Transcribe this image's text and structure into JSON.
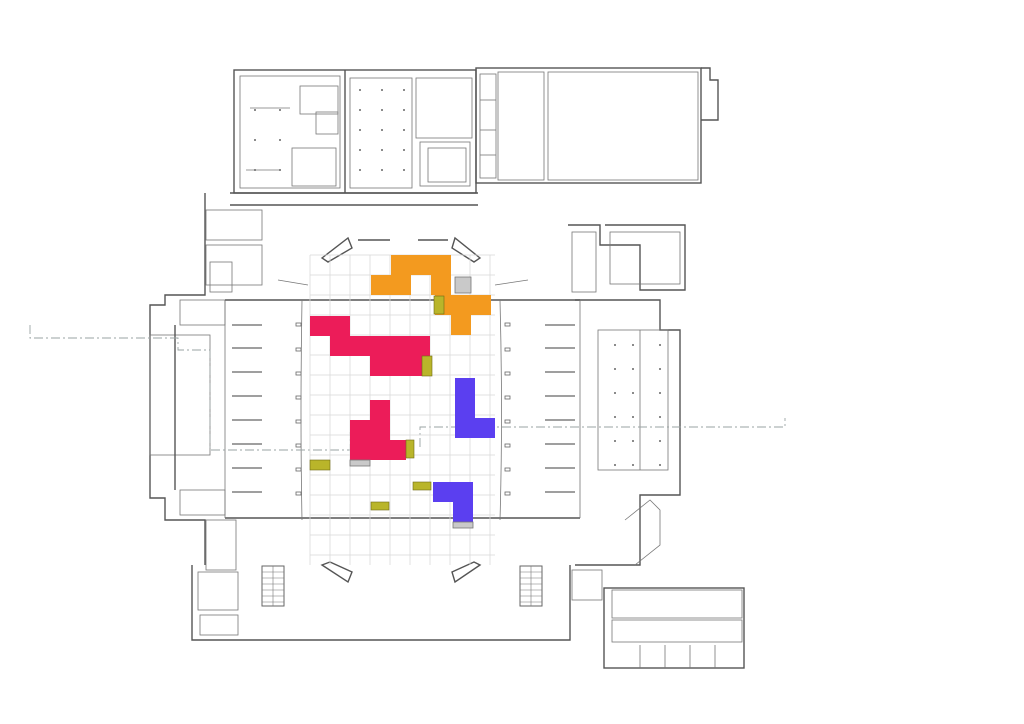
{
  "plan": {
    "colors": {
      "background": "#ffffff",
      "walls": "#555555",
      "grid": "#d9d9d9",
      "orange_zone": "#f39a1f",
      "red_zone": "#ec1c59",
      "blue_zone": "#5b3ff0",
      "olive_marker": "#b9b52a",
      "gray_cell": "#c9c9c9",
      "axis_line": "#9aa3a3"
    },
    "zones": [
      {
        "name": "orange-zone",
        "color": "#f39a1f",
        "cells": 12
      },
      {
        "name": "red-zone-upper",
        "color": "#ec1c59",
        "cells": 11
      },
      {
        "name": "red-zone-lower",
        "color": "#ec1c59",
        "cells": 7
      },
      {
        "name": "blue-zone-upper",
        "color": "#5b3ff0",
        "cells": 5
      },
      {
        "name": "blue-zone-lower",
        "color": "#5b3ff0",
        "cells": 4
      }
    ]
  }
}
